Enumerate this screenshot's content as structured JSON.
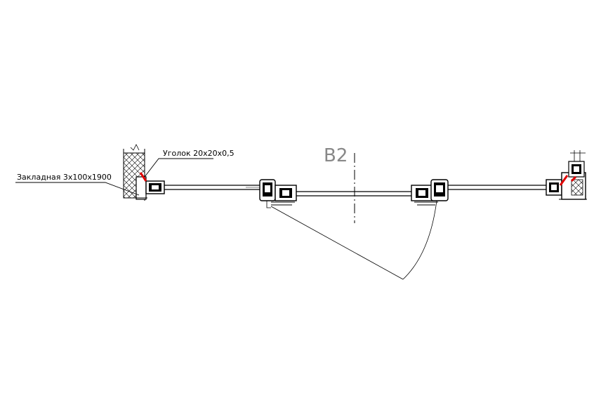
{
  "drawing": {
    "center_label": "B2",
    "annotations": {
      "corner_label": "Уголок 20x20x0,5",
      "embedded_label": "Закладная 3x100x1900"
    },
    "highlight_color": "#e00000"
  }
}
